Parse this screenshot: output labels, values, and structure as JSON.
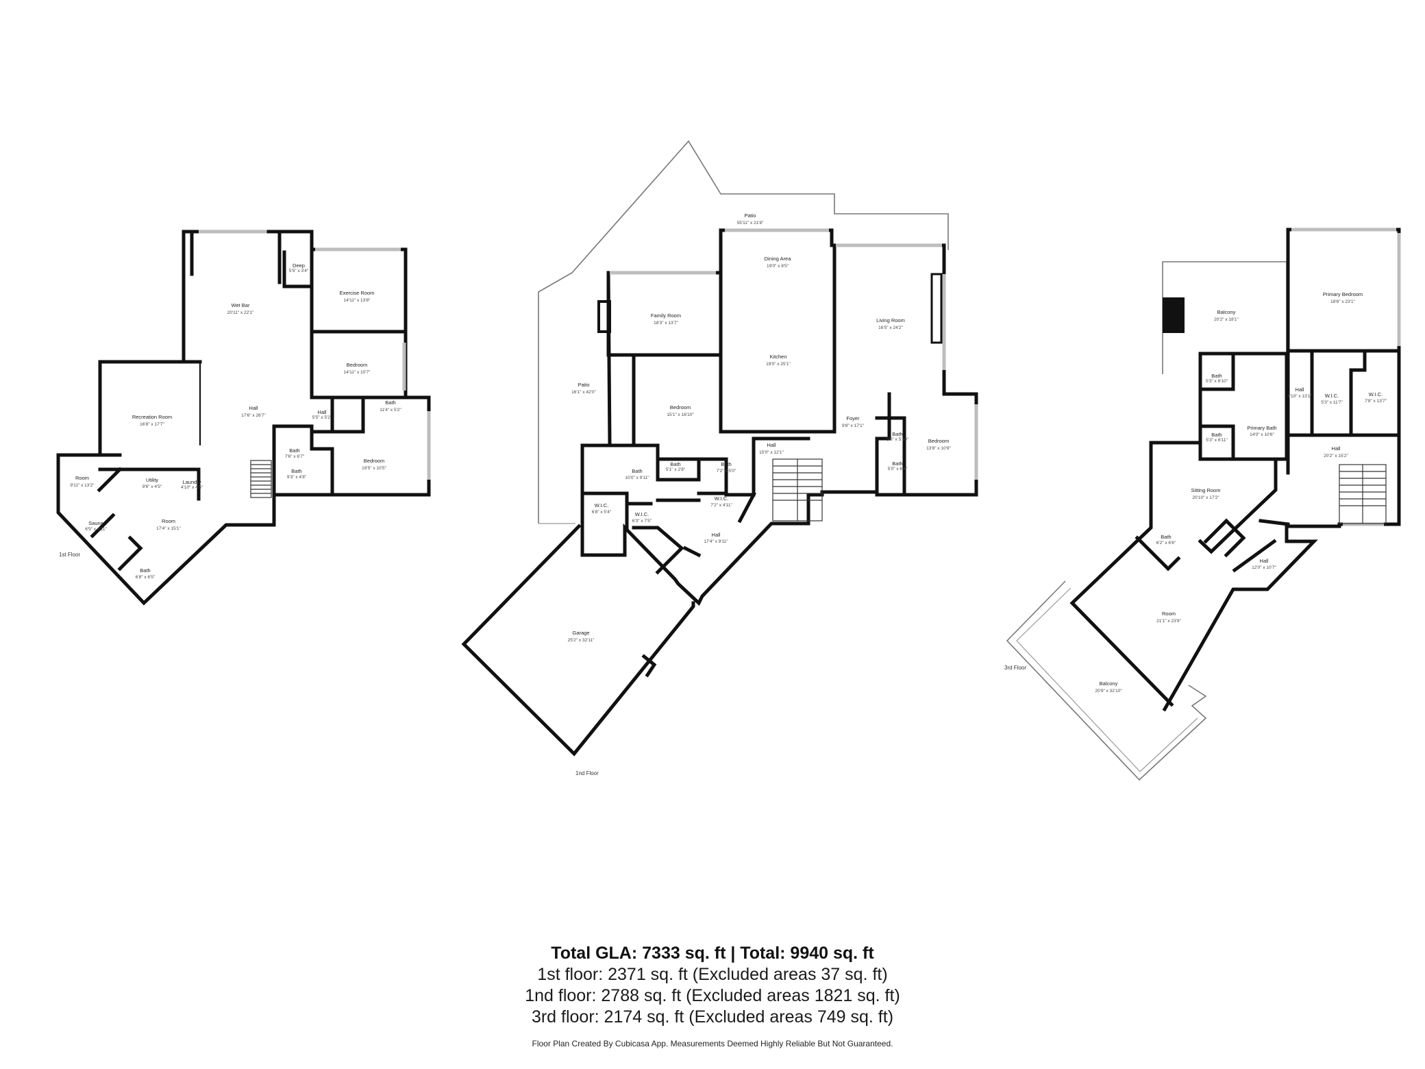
{
  "floors": [
    {
      "label": "1st Floor",
      "rooms": [
        {
          "name": "Wet Bar",
          "dim": "20'11\" x 22'1\""
        },
        {
          "name": "Exercise Room",
          "dim": "14'11\" x 13'8\""
        },
        {
          "name": "Bedroom",
          "dim": "14'11\" x 10'7\""
        },
        {
          "name": "Recreation Room",
          "dim": "16'8\" x 17'7\""
        },
        {
          "name": "Hall",
          "dim": "17'6\" x 26'7\""
        },
        {
          "name": "Bath",
          "dim": "11'4\" x 5'2\""
        },
        {
          "name": "Bath",
          "dim": "7'6\" x 6'7\""
        },
        {
          "name": "Bath",
          "dim": "9'3\" x 4'8\""
        },
        {
          "name": "Bedroom",
          "dim": "19'5\" x 10'5\""
        },
        {
          "name": "Room",
          "dim": "9'11\" x 13'2\""
        },
        {
          "name": "Utility",
          "dim": "9'6\" x 4'5\""
        },
        {
          "name": "Laundry",
          "dim": "4'10\" x 4'5\""
        },
        {
          "name": "Room",
          "dim": "17'4\" x 15'1\""
        },
        {
          "name": "Sauna",
          "dim": "6'5\" x 4'11\""
        },
        {
          "name": "Bath",
          "dim": "6'8\" x 6'5\""
        },
        {
          "name": "Hall",
          "dim": "5'5\" x 5'2\""
        },
        {
          "name": "Deep",
          "dim": "5'5\" x 3'4\""
        }
      ]
    },
    {
      "label": "1nd Floor",
      "rooms": [
        {
          "name": "Patio",
          "dim": "55'11\" x 21'8\""
        },
        {
          "name": "Dining Area",
          "dim": "19'0\" x 8'5\""
        },
        {
          "name": "Family Room",
          "dim": "18'3\" x 13'7\""
        },
        {
          "name": "Living Room",
          "dim": "16'5\" x 24'2\""
        },
        {
          "name": "Kitchen",
          "dim": "19'0\" x 25'1\""
        },
        {
          "name": "Patio",
          "dim": "16'1\" x 42'0\""
        },
        {
          "name": "Bedroom",
          "dim": "15'1\" x 16'10\""
        },
        {
          "name": "Hall",
          "dim": "15'0\" x 12'1\""
        },
        {
          "name": "Foyer",
          "dim": "9'8\" x 17'1\""
        },
        {
          "name": "Bedroom",
          "dim": "13'8\" x 10'9\""
        },
        {
          "name": "Bath",
          "dim": "5'0\" x 5'10\""
        },
        {
          "name": "Bath",
          "dim": "5'0\" x 6'4\""
        },
        {
          "name": "Bath",
          "dim": "10'0\" x 9'11\""
        },
        {
          "name": "Bath",
          "dim": "5'1\" x 2'8\""
        },
        {
          "name": "Bath",
          "dim": "7'2\" x 5'0\""
        },
        {
          "name": "W.I.C.",
          "dim": "7'2\" x 4'11\""
        },
        {
          "name": "W.I.C.",
          "dim": "6'8\" x 5'4\""
        },
        {
          "name": "W.I.C.",
          "dim": "6'3\" x 7'5\""
        },
        {
          "name": "Hall",
          "dim": "17'4\" x 9'11\""
        },
        {
          "name": "Garage",
          "dim": "25'2\" x 32'11\""
        }
      ]
    },
    {
      "label": "3rd Floor",
      "rooms": [
        {
          "name": "Balcony",
          "dim": "20'2\" x 18'1\""
        },
        {
          "name": "Primary Bedroom",
          "dim": "18'6\" x 23'1\""
        },
        {
          "name": "Bath",
          "dim": "5'3\" x 6'10\""
        },
        {
          "name": "Hall",
          "dim": "3'10\" x 13'1\""
        },
        {
          "name": "W.I.C.",
          "dim": "5'3\" x 11'7\""
        },
        {
          "name": "W.I.C.",
          "dim": "7'8\" x 13'7\""
        },
        {
          "name": "Bath",
          "dim": "5'3\" x 6'11\""
        },
        {
          "name": "Primary Bath",
          "dim": "14'0\" x 10'6\""
        },
        {
          "name": "Hall",
          "dim": "20'2\" x 15'2\""
        },
        {
          "name": "Sitting Room",
          "dim": "20'10\" x 17'2\""
        },
        {
          "name": "Bath",
          "dim": "6'2\" x 6'6\""
        },
        {
          "name": "Hall",
          "dim": "12'0\" x 10'7\""
        },
        {
          "name": "Room",
          "dim": "21'1\" x 23'9\""
        },
        {
          "name": "Balcony",
          "dim": "20'9\" x 32'10\""
        }
      ]
    }
  ],
  "summary": {
    "total": "Total GLA: 7333 sq. ft | Total: 9940 sq. ft",
    "lines": [
      "1st floor: 2371 sq. ft (Excluded areas 37 sq. ft)",
      "1nd floor: 2788 sq. ft (Excluded areas 1821 sq. ft)",
      "3rd floor: 2174 sq. ft (Excluded areas 749 sq. ft)"
    ]
  },
  "disclaimer": "Floor Plan Created By Cubicasa App. Measurements Deemed Highly Reliable But Not Guaranteed."
}
